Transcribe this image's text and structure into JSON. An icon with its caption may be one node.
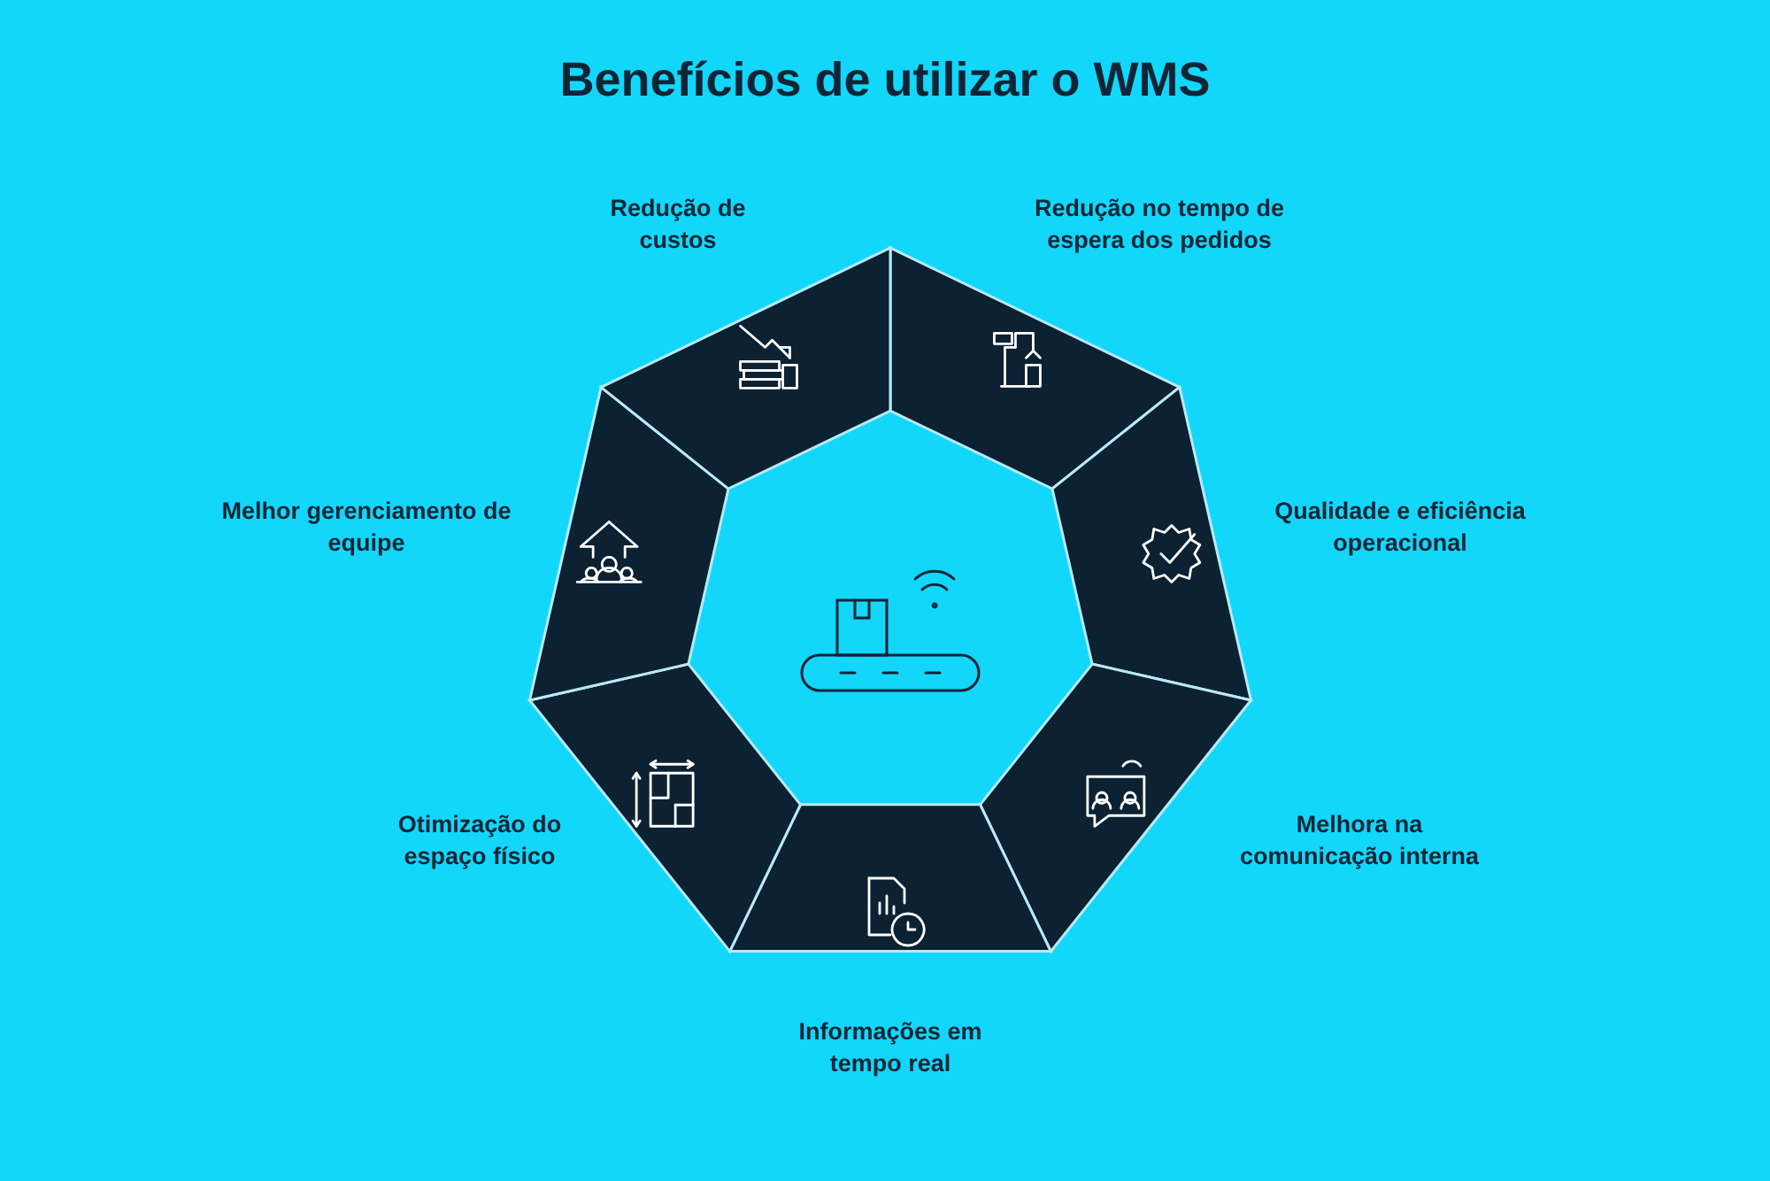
{
  "diagram": {
    "title": "Benefícios de utilizar o WMS",
    "labels": [
      "Redução de custos",
      "Redução no tempo de espera dos pedidos",
      "Melhor gerenciamento de equipe",
      "Qualidade e eficiência operacional",
      "Otimização do espaço físico",
      "Melhora na comunicação interna",
      "Informações em tempo real"
    ]
  }
}
